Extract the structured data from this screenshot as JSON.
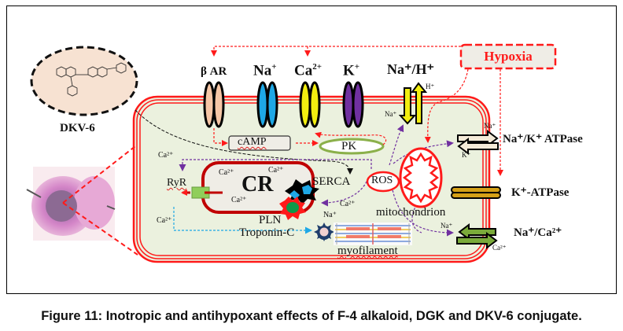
{
  "figure": {
    "caption": "Figure 11: Inotropic and antihypoxant effects of F-4 alkaloid, DGK and DKV-6 conjugate."
  },
  "compound": {
    "label": "DKV-6",
    "structure_icon": "chemical-structure-icon"
  },
  "tissue_image": {
    "icon": "heart-tissue-photo"
  },
  "stressor": {
    "label": "Hypoxia"
  },
  "channels": [
    {
      "id": "beta-ar",
      "label": "β AR",
      "color": "#f6c6a6"
    },
    {
      "id": "na",
      "label": "Na",
      "sup": "+",
      "color": "#1ea8e6"
    },
    {
      "id": "ca",
      "label": "Ca",
      "sup": "2+",
      "color": "#f2ee10"
    },
    {
      "id": "k",
      "label": "K",
      "sup": "+",
      "color": "#7030a0"
    }
  ],
  "exchangers": {
    "nh": {
      "label": "Na⁺/H⁺",
      "in_ion": "Na⁺",
      "out_ion": "H⁺",
      "color": "#f2ee10"
    },
    "nka": {
      "label": "Na⁺/K⁺ ATPase",
      "in_ion": "K⁺",
      "out_ion": "Na⁺",
      "color": "#f4ead8"
    },
    "katp": {
      "label": "K⁺-ATPase",
      "color": "#d4a017"
    },
    "ncx": {
      "label": "Na⁺/Ca²⁺",
      "in_ion": "Na⁺",
      "out_ion": "Ca²⁺",
      "color": "#7aaa3a"
    }
  },
  "intracellular": {
    "camp": "cAMP",
    "pk": "PK",
    "cr": "CR",
    "ryr": "RyR",
    "serca": "SERCA",
    "pln": "PLN",
    "ros": "ROS",
    "mitochondrion": "mitochondrion",
    "troponin": "Troponin-C",
    "myofilament": "myofilament",
    "ions": {
      "ca_cr_1": "Ca²⁺",
      "ca_cr_2": "Ca²⁺",
      "ca_cr_3": "Ca²⁺",
      "ca_top_left": "Ca²⁺",
      "ca_left": "Ca²⁺",
      "ca_serca": "Ca²⁺",
      "na_mid": "Na⁺"
    }
  },
  "colors": {
    "membrane": "#ff1a1a",
    "cytoplasm": "#ebf1de",
    "hypoxia_arrow": "#ff2020",
    "ros_arrow": "#7030a0",
    "camp_arrow": "#111111",
    "troponin_arrow": "#1ea8e6",
    "cr_border": "#c00000"
  }
}
